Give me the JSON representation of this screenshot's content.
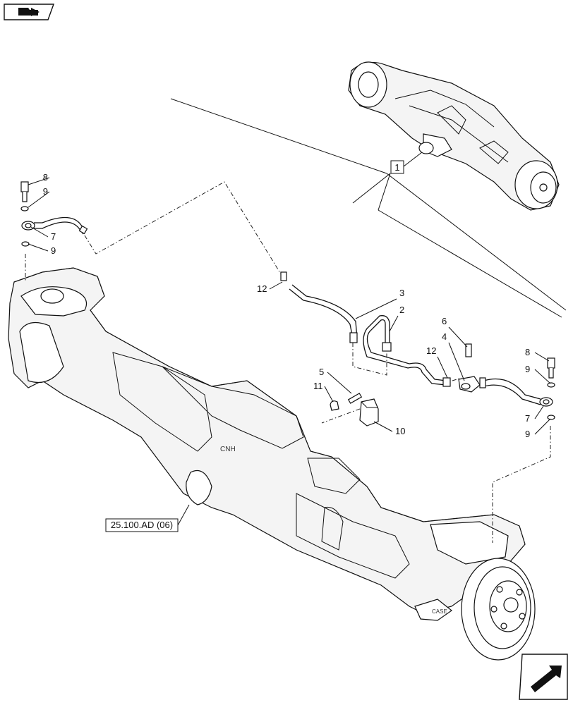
{
  "callouts": {
    "c1": "1",
    "c2": "2",
    "c3": "3",
    "c4": "4",
    "c5": "5",
    "c6": "6",
    "c7a": "7",
    "c7b": "7",
    "c8a": "8",
    "c8b": "8",
    "c9a": "9",
    "c9b": "9",
    "c9c": "9",
    "c9d": "9",
    "c10": "10",
    "c11": "11",
    "c12a": "12",
    "c12b": "12"
  },
  "reference_label": "25.100.AD (06)",
  "icons": {
    "top_left": "book-arrow-icon",
    "bottom_right": "next-page-arrow-icon"
  },
  "colors": {
    "line": "#111111",
    "fill": "#ffffff",
    "shade": "#f4f4f4"
  }
}
